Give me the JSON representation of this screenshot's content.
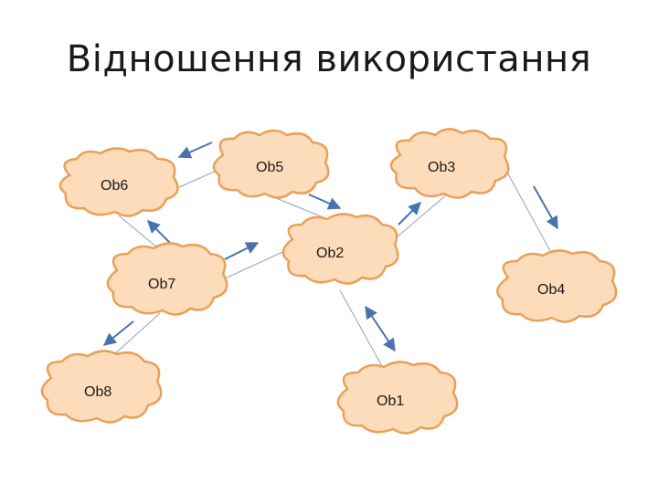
{
  "title": "Відношення використання",
  "diagram": {
    "nodes": [
      {
        "id": "ob5",
        "label": "Ob5"
      },
      {
        "id": "ob3",
        "label": "Ob3"
      },
      {
        "id": "ob6",
        "label": "Ob6"
      },
      {
        "id": "ob2",
        "label": "Ob2"
      },
      {
        "id": "ob7",
        "label": "Ob7"
      },
      {
        "id": "ob4",
        "label": "Ob4"
      },
      {
        "id": "ob8",
        "label": "Ob8"
      },
      {
        "id": "ob1",
        "label": "Ob1"
      }
    ],
    "links": [
      {
        "from": "ob6",
        "to": "ob5"
      },
      {
        "from": "ob6",
        "to": "ob7"
      },
      {
        "from": "ob5",
        "to": "ob2"
      },
      {
        "from": "ob3",
        "to": "ob2"
      },
      {
        "from": "ob7",
        "to": "ob2"
      },
      {
        "from": "ob3",
        "to": "ob4"
      },
      {
        "from": "ob7",
        "to": "ob8"
      },
      {
        "from": "ob2",
        "to": "ob1"
      }
    ],
    "arrows": [
      {
        "near": "ob5-ob6",
        "direction": "toward-ob6"
      },
      {
        "near": "ob6-ob7",
        "direction": "toward-ob6"
      },
      {
        "near": "ob5-ob2",
        "direction": "toward-ob2"
      },
      {
        "near": "ob2-ob3",
        "direction": "toward-ob3"
      },
      {
        "near": "ob7-ob2",
        "direction": "toward-ob2"
      },
      {
        "near": "ob3-ob4",
        "direction": "toward-ob4"
      },
      {
        "near": "ob7-ob8",
        "direction": "toward-ob8"
      },
      {
        "near": "ob1-ob2",
        "direction": "toward-ob2-and-ob1"
      }
    ],
    "colors": {
      "cloud_fill": "#fddcbc",
      "cloud_stroke": "#e9a058",
      "link": "#8ea3c4",
      "arrow": "#4a72b0"
    }
  }
}
